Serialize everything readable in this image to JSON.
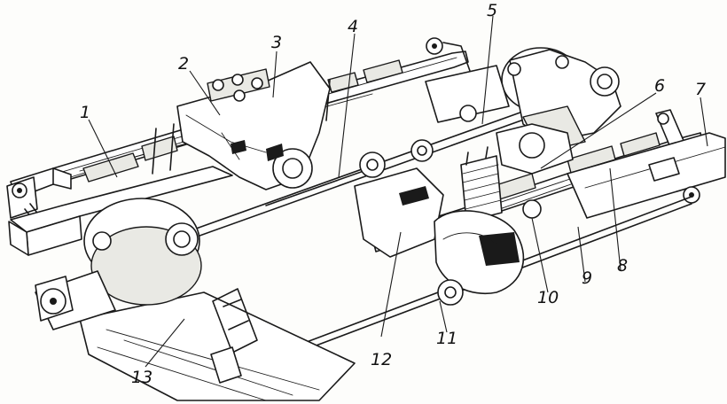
{
  "labels": [
    {
      "id": "1",
      "text": "1"
    },
    {
      "id": "2",
      "text": "2"
    },
    {
      "id": "3",
      "text": "3"
    },
    {
      "id": "4",
      "text": "4"
    },
    {
      "id": "5",
      "text": "5"
    },
    {
      "id": "6",
      "text": "6"
    },
    {
      "id": "7",
      "text": "7"
    },
    {
      "id": "8",
      "text": "8"
    },
    {
      "id": "9",
      "text": "9"
    },
    {
      "id": "10",
      "text": "10"
    },
    {
      "id": "11",
      "text": "11"
    },
    {
      "id": "12",
      "text": "12"
    },
    {
      "id": "13",
      "text": "13"
    }
  ],
  "colors": {
    "ink": "#1a1a1a",
    "paper": "#fdfdfb"
  }
}
